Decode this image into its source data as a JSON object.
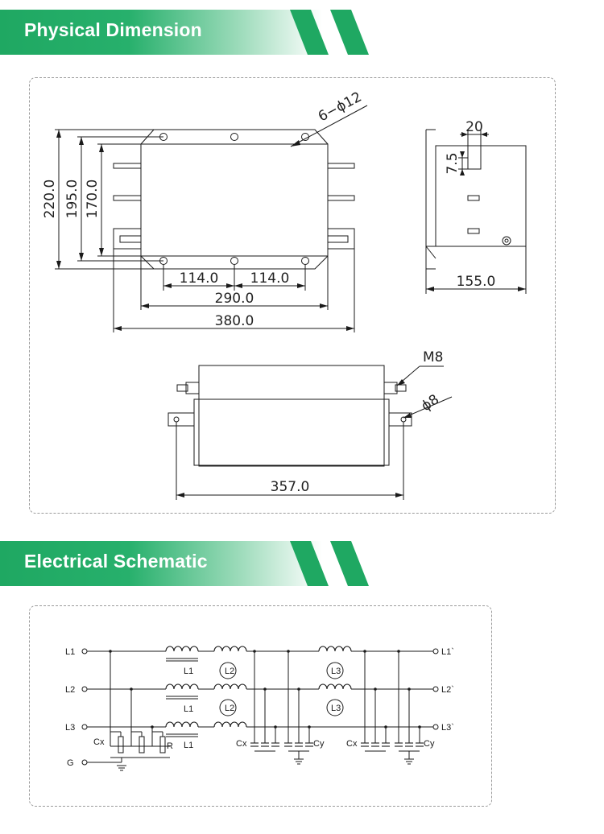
{
  "sections": {
    "dimension_title": "Physical Dimension",
    "schematic_title": "Electrical Schematic"
  },
  "colors": {
    "accent": "#1fa862",
    "line": "#1a1a1a"
  },
  "dimensions": {
    "holes": "6−ϕ12",
    "h220": "220.0",
    "h195": "195.0",
    "h170": "170.0",
    "d114a": "114.0",
    "d114b": "114.0",
    "w290": "290.0",
    "w380": "380.0",
    "s20": "20",
    "s75": "7.5",
    "s155": "155.0",
    "m8": "M8",
    "phi8": "ϕ8",
    "w357": "357.0"
  },
  "schematic": {
    "in": [
      "L1",
      "L2",
      "L3"
    ],
    "out": [
      "L1`",
      "L2`",
      "L3`"
    ],
    "ground": "G",
    "choke": "L1",
    "l2": "L2",
    "l3": "L3",
    "cx": "Cx",
    "cy": "Cy",
    "r": "R"
  }
}
